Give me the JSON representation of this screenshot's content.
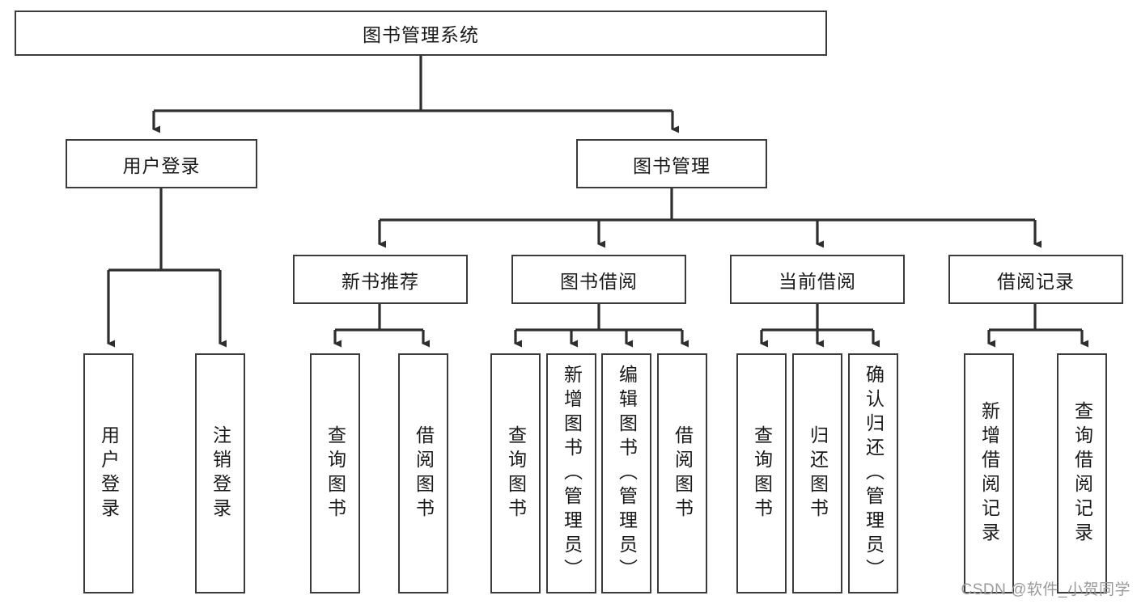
{
  "diagram": {
    "type": "tree",
    "title": "图书管理系统",
    "root": {
      "id": "root",
      "label": "图书管理系统",
      "orientation": "horizontal"
    },
    "level2": [
      {
        "id": "user-login",
        "label": "用户登录",
        "orientation": "horizontal"
      },
      {
        "id": "book-management",
        "label": "图书管理",
        "orientation": "horizontal"
      }
    ],
    "level3": [
      {
        "id": "new-book-recommend",
        "label": "新书推荐",
        "orientation": "horizontal",
        "parent": "book-management"
      },
      {
        "id": "book-borrow",
        "label": "图书借阅",
        "orientation": "horizontal",
        "parent": "book-management"
      },
      {
        "id": "current-borrow",
        "label": "当前借阅",
        "orientation": "horizontal",
        "parent": "book-management"
      },
      {
        "id": "borrow-record",
        "label": "借阅记录",
        "orientation": "horizontal",
        "parent": "book-management"
      }
    ],
    "leaves": [
      {
        "id": "leaf-user-login",
        "label": "用户登录",
        "orientation": "vertical",
        "parent": "user-login"
      },
      {
        "id": "leaf-user-logout",
        "label": "注销登录",
        "orientation": "vertical",
        "parent": "user-login"
      },
      {
        "id": "leaf-query-book-1",
        "label": "查询图书",
        "orientation": "vertical",
        "parent": "new-book-recommend"
      },
      {
        "id": "leaf-borrow-book-1",
        "label": "借阅图书",
        "orientation": "vertical",
        "parent": "new-book-recommend"
      },
      {
        "id": "leaf-query-book-2",
        "label": "查询图书",
        "orientation": "vertical",
        "parent": "book-borrow"
      },
      {
        "id": "leaf-add-book",
        "label": "新增图书（管理员）",
        "orientation": "vertical",
        "parent": "book-borrow"
      },
      {
        "id": "leaf-edit-book",
        "label": "编辑图书（管理员）",
        "orientation": "vertical",
        "parent": "book-borrow"
      },
      {
        "id": "leaf-borrow-book-2",
        "label": "借阅图书",
        "orientation": "vertical",
        "parent": "book-borrow"
      },
      {
        "id": "leaf-query-book-3",
        "label": "查询图书",
        "orientation": "vertical",
        "parent": "current-borrow"
      },
      {
        "id": "leaf-return-book",
        "label": "归还图书",
        "orientation": "vertical",
        "parent": "current-borrow"
      },
      {
        "id": "leaf-confirm-return",
        "label": "确认归还（管理员）",
        "orientation": "vertical",
        "parent": "current-borrow"
      },
      {
        "id": "leaf-add-record",
        "label": "新增借阅记录",
        "orientation": "vertical",
        "parent": "borrow-record"
      },
      {
        "id": "leaf-query-record",
        "label": "查询借阅记录",
        "orientation": "vertical",
        "parent": "borrow-record"
      }
    ],
    "colors": {
      "box_border": "#3b3b3b",
      "box_fill": "#ffffff",
      "connector": "#2e2e2e",
      "text": "#1a1a1a",
      "watermark": "#9a9a9a"
    }
  },
  "watermark": {
    "text": "CSDN @软件_小贺同学"
  }
}
